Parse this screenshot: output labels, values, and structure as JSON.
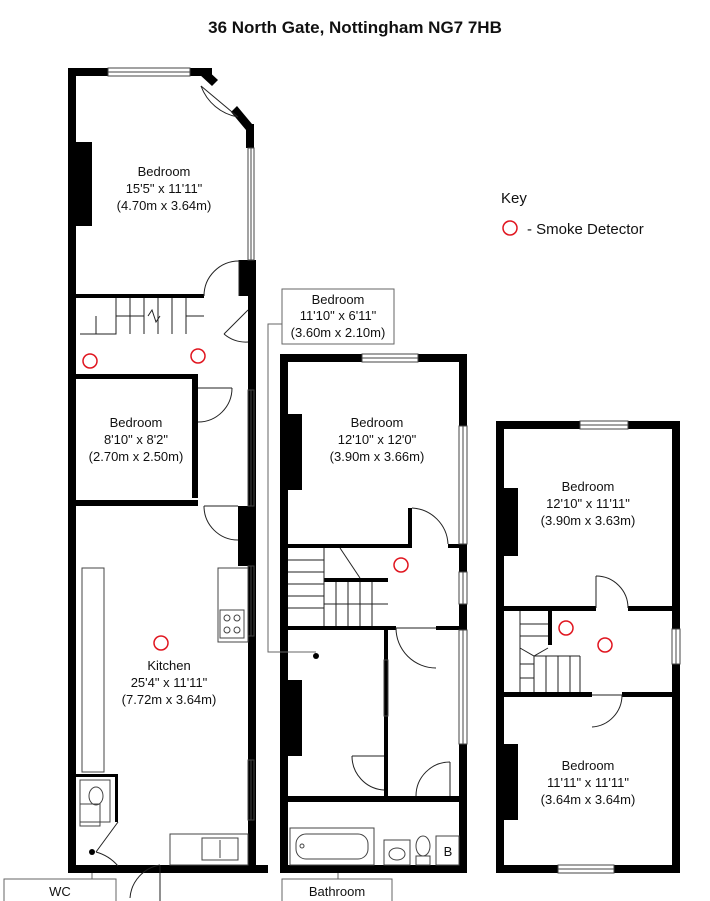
{
  "title": "36 North Gate, Nottingham NG7 7HB",
  "key": {
    "heading": "Key",
    "smoke_detector": "- Smoke Detector",
    "detector_color": "#e0141e"
  },
  "rooms": {
    "bedroom_front": {
      "name": "Bedroom",
      "imperial": "15'5\" x 11'11\"",
      "metric": "(4.70m x 3.64m)"
    },
    "bedroom_small": {
      "name": "Bedroom",
      "imperial": "8'10\" x 8'2\"",
      "metric": "(2.70m x 2.50m)"
    },
    "kitchen": {
      "name": "Kitchen",
      "imperial": "25'4\" x 11'11\"",
      "metric": "(7.72m x 3.64m)"
    },
    "bedroom_mid_callout": {
      "name": "Bedroom",
      "imperial": "11'10\" x 6'11\"",
      "metric": "(3.60m x 2.10m)"
    },
    "bedroom_mid": {
      "name": "Bedroom",
      "imperial": "12'10\" x 12'0\"",
      "metric": "(3.90m x 3.66m)"
    },
    "bedroom_top_right": {
      "name": "Bedroom",
      "imperial": "12'10\" x 11'11\"",
      "metric": "(3.90m x 3.63m)"
    },
    "bedroom_bottom_right": {
      "name": "Bedroom",
      "imperial": "11'11\" x 11'11\"",
      "metric": "(3.64m x 3.64m)"
    }
  },
  "labels": {
    "wc": "WC",
    "bathroom": "Bathroom",
    "boiler": "B"
  }
}
